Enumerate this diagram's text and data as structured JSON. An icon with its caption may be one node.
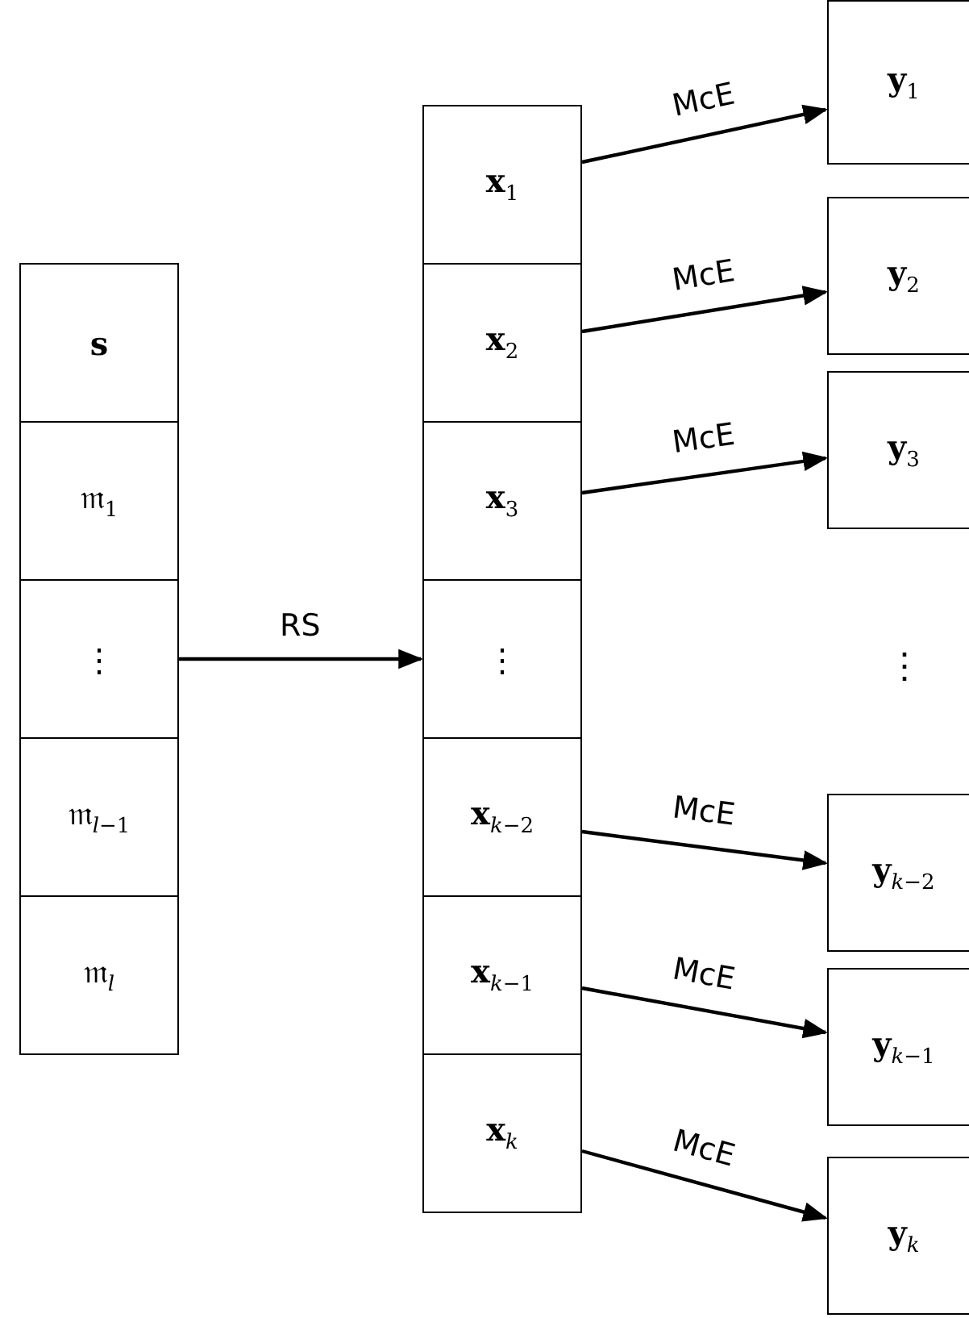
{
  "diagram": {
    "nodes": [
      {
        "text": [
          "s"
        ]
      },
      {
        "text": [
          "𝔪$_{1}$"
        ]
      },
      {
        "text": [
          "⋮"
        ]
      },
      {
        "text": [
          "𝔪$_{𝑙−1}$"
        ]
      },
      {
        "text": [
          "𝔪$_{𝑙}$"
        ]
      },
      {
        "text": [
          "**x**$_{1}$"
        ]
      },
      {
        "text": [
          "**x**$_{2}$"
        ]
      },
      {
        "text": [
          "**x**$_{3}$"
        ]
      },
      {
        "text": [
          "⋮"
        ]
      },
      {
        "text": [
          "**x**$_{𝑘−2}$"
        ]
      },
      {
        "text": [
          "**x**$_{𝑘−1}$"
        ]
      },
      {
        "text": [
          "**x**$_{𝑘}$"
        ]
      },
      {
        "text": [
          "**y**$_{1}$"
        ]
      },
      {
        "text": [
          "**y**$_{2}$"
        ]
      },
      {
        "text": [
          "**y**$_{3}$"
        ]
      },
      {
        "text": [
          "**y**$_{𝑘−2}$"
        ]
      },
      {
        "text": [
          "**y**$_{𝑘−1}$"
        ]
      },
      {
        "text": [
          "**y**$_{𝑘}$"
        ]
      }
    ],
    "edges": [
      {
        "from": 2,
        "to": 8,
        "arrow": "to",
        "label": "RS"
      },
      {
        "from": 5,
        "to": 12,
        "arrow": "to",
        "label": "McE"
      },
      {
        "from": 6,
        "to": 13,
        "arrow": "to",
        "label": "McE"
      },
      {
        "from": 7,
        "to": 14,
        "arrow": "to",
        "label": "McE"
      },
      {
        "from": 9,
        "to": 15,
        "arrow": "to",
        "label": "McE"
      },
      {
        "from": 10,
        "to": 16,
        "arrow": "to",
        "label": "McE"
      },
      {
        "from": 11,
        "to": 17,
        "arrow": "to",
        "label": "McE"
      }
    ],
    "labels": [
      "⋮"
    ]
  }
}
